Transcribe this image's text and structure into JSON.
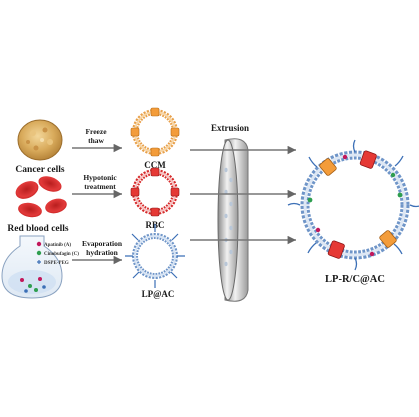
{
  "inputs": {
    "cancer_cells": "Cancer cells",
    "red_blood_cells": "Red blood cells"
  },
  "steps": {
    "freeze": [
      "Freeze",
      "thaw"
    ],
    "hypotonic": [
      "Hypotonic",
      "treatment"
    ],
    "evaporation": [
      "Evaporation",
      "hydration"
    ]
  },
  "products": {
    "ccm": "CCM",
    "rbc": "RBC",
    "lp": "LP@AC",
    "final": "LP-R/C@AC"
  },
  "extrusion": "Extrusion",
  "legend": [
    {
      "label": "Apatinib (A)",
      "color": "#c2185b"
    },
    {
      "label": "Cinobufagin (C)",
      "color": "#2e9e4f"
    },
    {
      "label": "DSPE-PEG",
      "color": "#3b6fb6"
    }
  ],
  "colors": {
    "ccm": "#e8a04a",
    "rbc": "#d62a2a",
    "lipid": "#6f95c8",
    "arrow": "#666666"
  }
}
